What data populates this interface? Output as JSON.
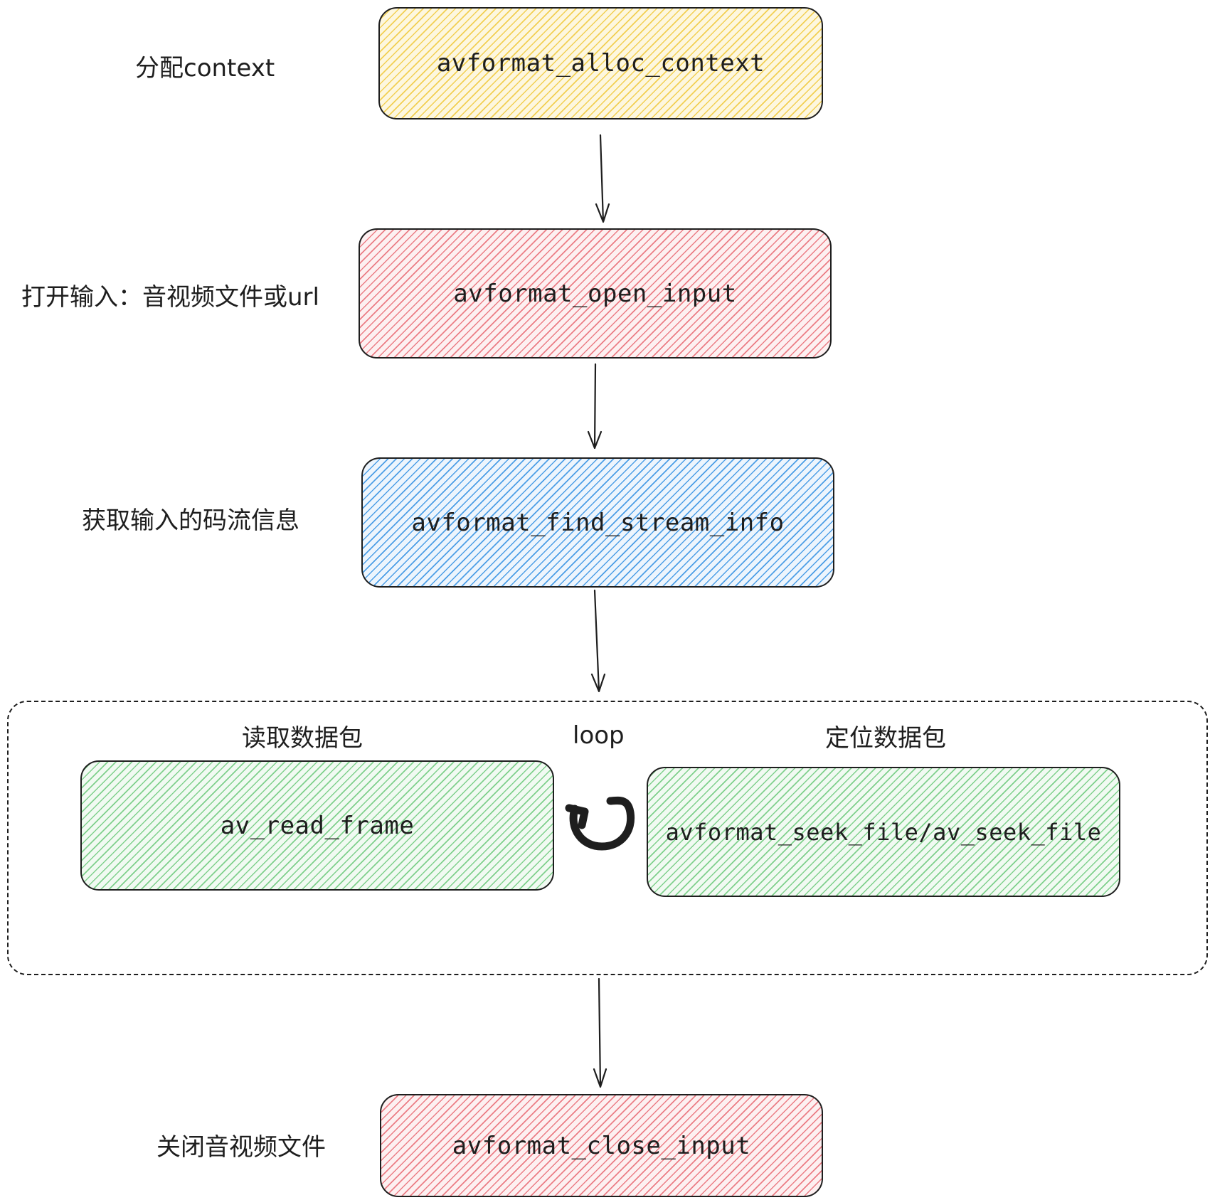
{
  "steps": [
    {
      "label": "分配context",
      "func": "avformat_alloc_context",
      "color": "#f2cf52"
    },
    {
      "label": "打开输入：音视频文件或url",
      "func": "avformat_open_input",
      "color": "#eb7d85"
    },
    {
      "label": "获取输入的码流信息",
      "func": "avformat_find_stream_info",
      "color": "#4c9ee6"
    },
    {
      "label": "关闭音视频文件",
      "func": "avformat_close_input",
      "color": "#eb7d85"
    }
  ],
  "loop": {
    "title": "loop",
    "read": {
      "label": "读取数据包",
      "func": "av_read_frame",
      "color": "#7fd08c"
    },
    "seek": {
      "label": "定位数据包",
      "func": "avformat_seek_file/av_seek_file",
      "color": "#7fd08c"
    }
  }
}
